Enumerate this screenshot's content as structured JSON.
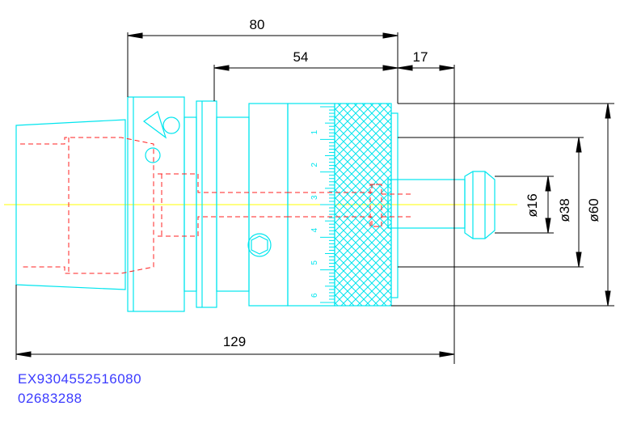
{
  "dimensions": {
    "d80": "80",
    "d54": "54",
    "d17": "17",
    "d129": "129",
    "dia16": "ø16",
    "dia38": "ø38",
    "dia60": "ø60"
  },
  "scale": {
    "ticks": [
      "1",
      "2",
      "3",
      "4",
      "5",
      "6"
    ]
  },
  "part_code": "EX9304552516080",
  "part_number": "02683288",
  "colors": {
    "outline": "#00e5ee",
    "hidden": "#ff2020",
    "centerline": "#ffff00",
    "dimension": "#000000",
    "text": "#3b3bff"
  }
}
